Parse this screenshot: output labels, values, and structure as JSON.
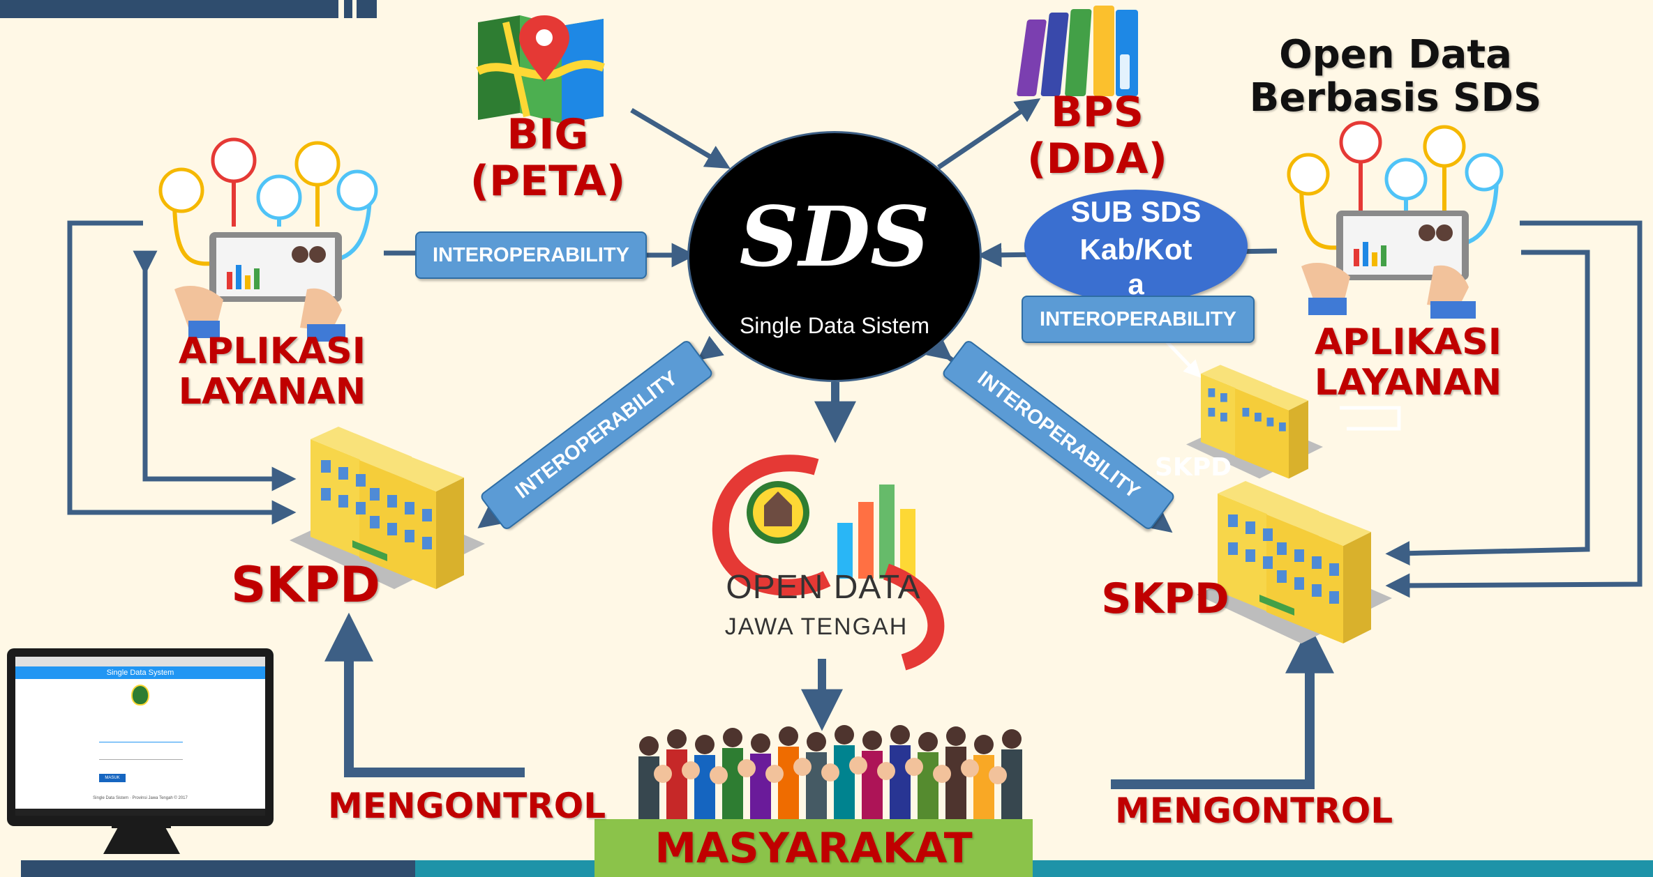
{
  "sds": {
    "logo": "SDS",
    "subtitle": "Single Data Sistem"
  },
  "open_data_title": {
    "line1": "Open Data",
    "line2": "Berbasis SDS"
  },
  "big": {
    "line1": "BIG",
    "line2": "(PETA)"
  },
  "bps": {
    "line1": "BPS",
    "line2": "(DDA)"
  },
  "sub_sds": {
    "line1": "SUB SDS",
    "line2": "Kab/Kot",
    "line3": "a"
  },
  "interop_label": "INTEROPERABILITY",
  "app_left": {
    "line1": "APLIKASI",
    "line2": "LAYANAN"
  },
  "app_right": {
    "line1": "APLIKASI",
    "line2": "LAYANAN"
  },
  "skpd_left": "SKPD",
  "skpd_right": "SKPD",
  "skpd_small": "SKPD",
  "open_data_logo": {
    "line1": "OPEN DATA",
    "line2": "JAWA TENGAH"
  },
  "mengontrol_left": "MENGONTROL",
  "mengontrol_right": "MENGONTROL",
  "masyarakat": "MASYARAKAT",
  "monitor": {
    "header": "Single Data System",
    "caption": "Single Data Sistem · Provinsi Jawa Tengah © 2017",
    "button": "MASUK"
  },
  "colors": {
    "accent_red": "#c00000",
    "arrow_blue": "#3d5f85",
    "interop_blue": "#5b9bd5",
    "background": "#fff8e6",
    "masyarakat_green": "#8bc34a"
  }
}
